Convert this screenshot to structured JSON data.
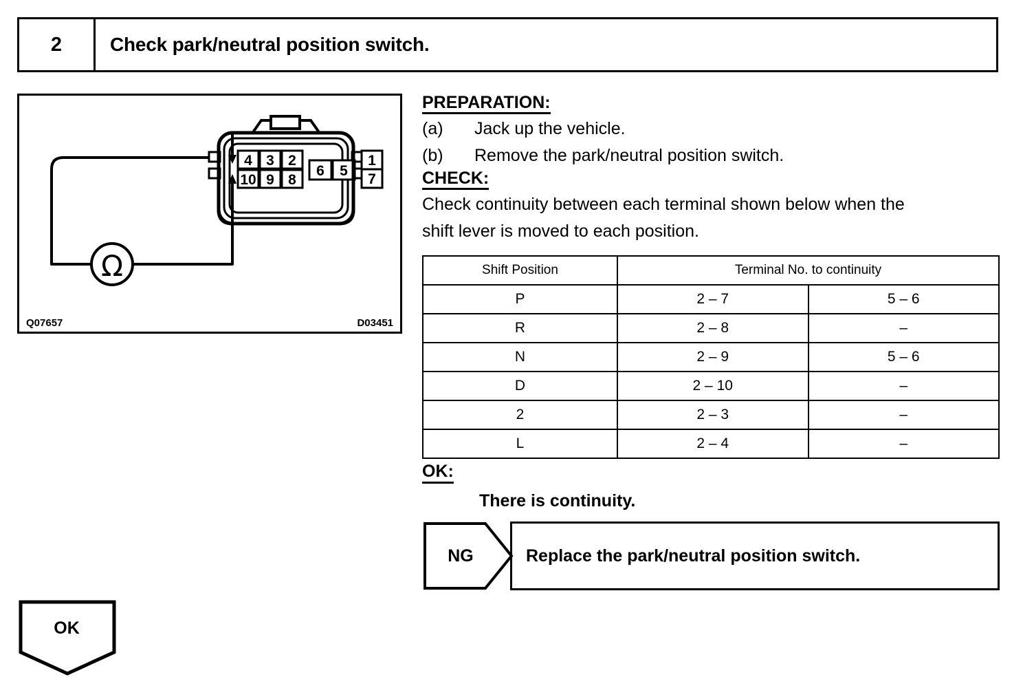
{
  "step": {
    "number": "2",
    "title": "Check park/neutral position switch."
  },
  "figure": {
    "code_left": "Q07657",
    "code_right": "D03451",
    "meter_symbol": "Ω",
    "connector_terminals_top": [
      "4",
      "3",
      "2",
      "6",
      "5",
      "1"
    ],
    "connector_terminals_bottom": [
      "10",
      "9",
      "8",
      "7"
    ],
    "probe_terminals": [
      "4",
      "10"
    ]
  },
  "preparation": {
    "heading": "PREPARATION:",
    "steps": [
      {
        "marker": "(a)",
        "text": "Jack up the vehicle."
      },
      {
        "marker": "(b)",
        "text": "Remove the park/neutral position switch."
      }
    ]
  },
  "check": {
    "heading": "CHECK:",
    "line1": "Check continuity between each terminal shown below when the",
    "line2": "shift lever is moved to each position."
  },
  "table": {
    "headers": {
      "shift_position": "Shift Position",
      "terminal_continuity": "Terminal No. to continuity"
    },
    "rows": [
      {
        "position": "P",
        "terminal_a": "2 – 7",
        "terminal_b": "5 – 6"
      },
      {
        "position": "R",
        "terminal_a": "2 – 8",
        "terminal_b": "–"
      },
      {
        "position": "N",
        "terminal_a": "2 – 9",
        "terminal_b": "5 – 6"
      },
      {
        "position": "D",
        "terminal_a": "2 – 10",
        "terminal_b": "–"
      },
      {
        "position": "2",
        "terminal_a": "2 – 3",
        "terminal_b": "–"
      },
      {
        "position": "L",
        "terminal_a": "2 – 4",
        "terminal_b": "–"
      }
    ]
  },
  "ok_result": {
    "label": "OK:",
    "text": "There is continuity."
  },
  "ng_result": {
    "label": "NG",
    "action": "Replace the park/neutral position switch."
  },
  "ok_banner": {
    "label": "OK"
  }
}
